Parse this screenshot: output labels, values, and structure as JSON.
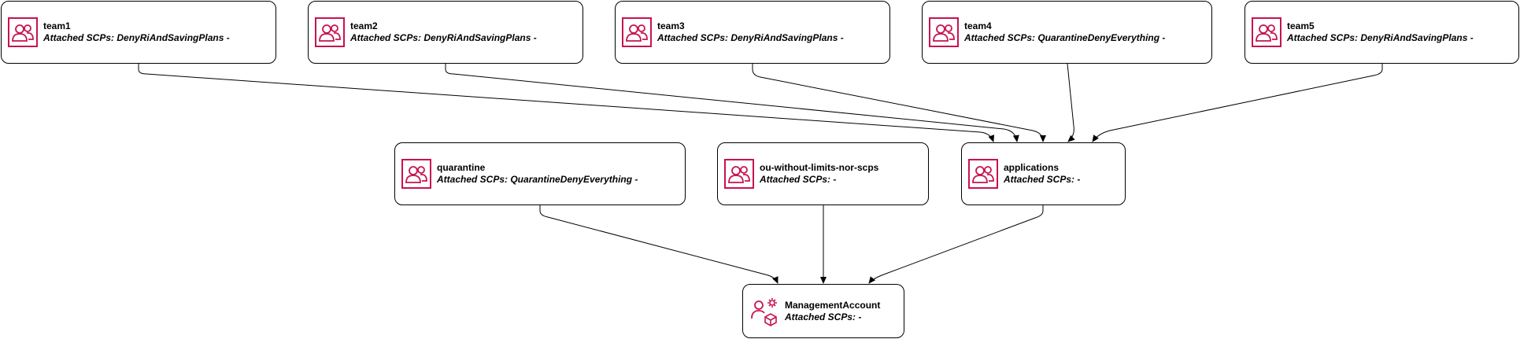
{
  "colors": {
    "icon": "#C7134F",
    "line": "#000000"
  },
  "nodes": {
    "team1": {
      "name": "team1",
      "scp": "Attached SCPs: DenyRiAndSavingPlans -",
      "icon": "ou-users-icon"
    },
    "team2": {
      "name": "team2",
      "scp": "Attached SCPs: DenyRiAndSavingPlans -",
      "icon": "ou-users-icon"
    },
    "team3": {
      "name": "team3",
      "scp": "Attached SCPs: DenyRiAndSavingPlans -",
      "icon": "ou-users-icon"
    },
    "team4": {
      "name": "team4",
      "scp": "Attached SCPs: QuarantineDenyEverything -",
      "icon": "ou-users-icon"
    },
    "team5": {
      "name": "team5",
      "scp": "Attached SCPs: DenyRiAndSavingPlans -",
      "icon": "ou-users-icon"
    },
    "quarantine": {
      "name": "quarantine",
      "scp": "Attached SCPs: QuarantineDenyEverything -",
      "icon": "ou-users-icon"
    },
    "ou_without_limits": {
      "name": "ou-without-limits-nor-scps",
      "scp": "Attached SCPs: -",
      "icon": "ou-users-icon"
    },
    "applications": {
      "name": "applications",
      "scp": "Attached SCPs: -",
      "icon": "ou-users-icon"
    },
    "management": {
      "name": "ManagementAccount",
      "scp": "Attached SCPs: -",
      "icon": "management-account-icon"
    }
  },
  "edges": [
    {
      "from": "team1",
      "to": "applications"
    },
    {
      "from": "team2",
      "to": "applications"
    },
    {
      "from": "team3",
      "to": "applications"
    },
    {
      "from": "team4",
      "to": "applications"
    },
    {
      "from": "team5",
      "to": "applications"
    },
    {
      "from": "quarantine",
      "to": "management"
    },
    {
      "from": "ou_without_limits",
      "to": "management"
    },
    {
      "from": "applications",
      "to": "management"
    }
  ]
}
